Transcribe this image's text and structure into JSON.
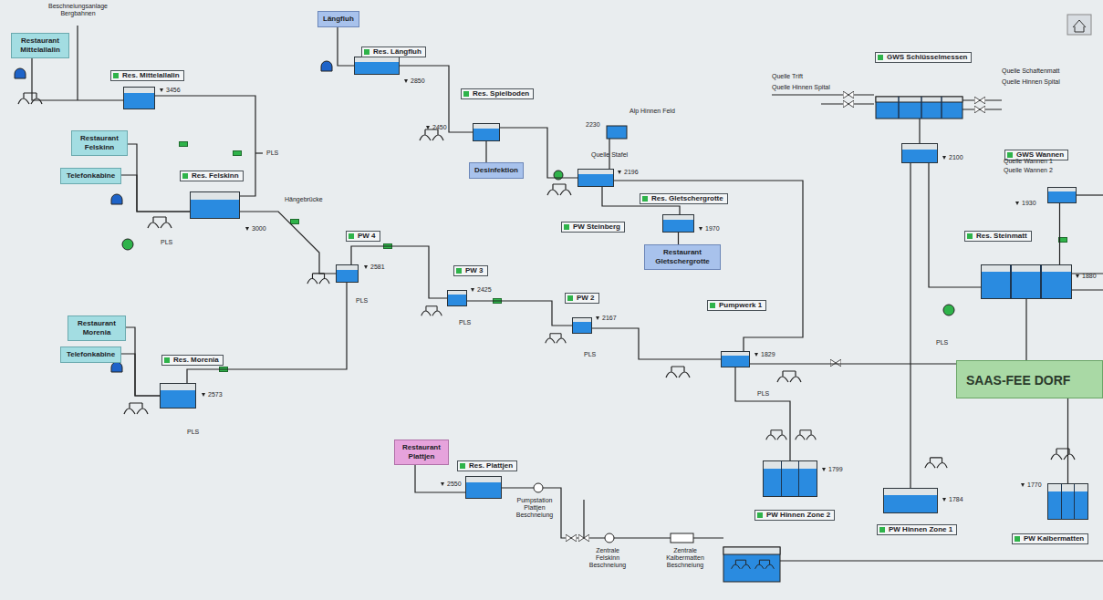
{
  "diagram": {
    "nodes": [
      {
        "text": [
          "Restaurant Mittelallalin"
        ]
      },
      {
        "text": [
          "Res. Mittelallalin",
          "3456"
        ]
      },
      {
        "text": [
          "Längfluh"
        ]
      },
      {
        "text": [
          "Res. Längfluh",
          "2850"
        ]
      },
      {
        "text": [
          "Res. Spielboden",
          "2450"
        ]
      },
      {
        "text": [
          "GWS Schlüsselmessen",
          "2100"
        ]
      },
      {
        "text": [
          "Restaurant Felskinn"
        ]
      },
      {
        "text": [
          "Telefonkabine"
        ]
      },
      {
        "text": [
          "Res. Felskinn",
          "3000"
        ]
      },
      {
        "text": [
          "Desinfektion"
        ]
      },
      {
        "text": [
          "PW Steinberg",
          "2196"
        ]
      },
      {
        "text": [
          "GWS Wannen",
          "1930"
        ]
      },
      {
        "text": [
          "Res. Gletschergrotte",
          "1970"
        ]
      },
      {
        "text": [
          "Restaurant Gletschergrotte"
        ]
      },
      {
        "text": [
          "Res. Steinmatt",
          "1880"
        ]
      },
      {
        "text": [
          "PW 4",
          "2581"
        ]
      },
      {
        "text": [
          "PW 3",
          "2425"
        ]
      },
      {
        "text": [
          "PW 2",
          "2167"
        ]
      },
      {
        "text": [
          "Pumpwerk 1",
          "1829"
        ]
      },
      {
        "text": [
          "Restaurant Morenia"
        ]
      },
      {
        "text": [
          "Telefonkabine"
        ]
      },
      {
        "text": [
          "Res. Morenia",
          "2573"
        ]
      },
      {
        "text": [
          "SAAS-FEE DORF"
        ]
      },
      {
        "text": [
          "Restaurant Plattjen"
        ]
      },
      {
        "text": [
          "Res. Plattjen",
          "2550"
        ]
      },
      {
        "text": [
          "PW Hinnen Zone 2",
          "1799"
        ]
      },
      {
        "text": [
          "PW Hinnen Zone 1",
          "1784"
        ]
      },
      {
        "text": [
          "PW Kalbermatten",
          "1770"
        ]
      }
    ],
    "edges": [
      {
        "from": 0,
        "to": 1,
        "arrow": "none"
      },
      {
        "from": 1,
        "to": 8,
        "arrow": "none"
      },
      {
        "from": 2,
        "to": 3,
        "arrow": "none"
      },
      {
        "from": 3,
        "to": 4,
        "arrow": "none"
      },
      {
        "from": 4,
        "to": 9,
        "arrow": "none"
      },
      {
        "from": 4,
        "to": 10,
        "arrow": "none"
      },
      {
        "from": 5,
        "to": 14,
        "arrow": "none"
      },
      {
        "from": 5,
        "to": 26,
        "arrow": "none"
      },
      {
        "from": 6,
        "to": 8,
        "arrow": "none"
      },
      {
        "from": 7,
        "to": 8,
        "arrow": "none"
      },
      {
        "from": 8,
        "to": 15,
        "arrow": "none"
      },
      {
        "from": 10,
        "to": 18,
        "arrow": "none"
      },
      {
        "from": 10,
        "to": 12,
        "arrow": "none"
      },
      {
        "from": 11,
        "to": 14,
        "arrow": "none"
      },
      {
        "from": 12,
        "to": 13,
        "arrow": "none"
      },
      {
        "from": 14,
        "to": 22,
        "arrow": "none"
      },
      {
        "from": 15,
        "to": 16,
        "arrow": "none"
      },
      {
        "from": 16,
        "to": 17,
        "arrow": "none"
      },
      {
        "from": 17,
        "to": 18,
        "arrow": "none"
      },
      {
        "from": 18,
        "to": 25,
        "arrow": "none"
      },
      {
        "from": 18,
        "to": 22,
        "arrow": "none"
      },
      {
        "from": 19,
        "to": 21,
        "arrow": "none"
      },
      {
        "from": 20,
        "to": 21,
        "arrow": "none"
      },
      {
        "from": 21,
        "to": 15,
        "arrow": "none"
      },
      {
        "from": 23,
        "to": 24,
        "arrow": "none"
      },
      {
        "from": 22,
        "to": 27,
        "arrow": "none"
      }
    ],
    "labels": [
      "Beschneiungsanlage Bergbahnen",
      "PLS",
      "PLS",
      "PLS",
      "PLS",
      "PLS",
      "PLS",
      "PLS",
      "PLS",
      "Hängebrücke",
      "2230",
      "Alp Hinnen Feld",
      "Quelle Stafel",
      "Quelle Trift",
      "Quelle Hinnen Spital",
      "Quelle Schaftenmatt",
      "Quelle Hinnen Spital",
      "Quelle Wannen 1",
      "Quelle Wannen 2",
      "Pumpstation Plattjen Beschneiung",
      "Zentrale Felskinn Beschneiung",
      "Zentrale Kalbermatten Beschneiung"
    ]
  }
}
